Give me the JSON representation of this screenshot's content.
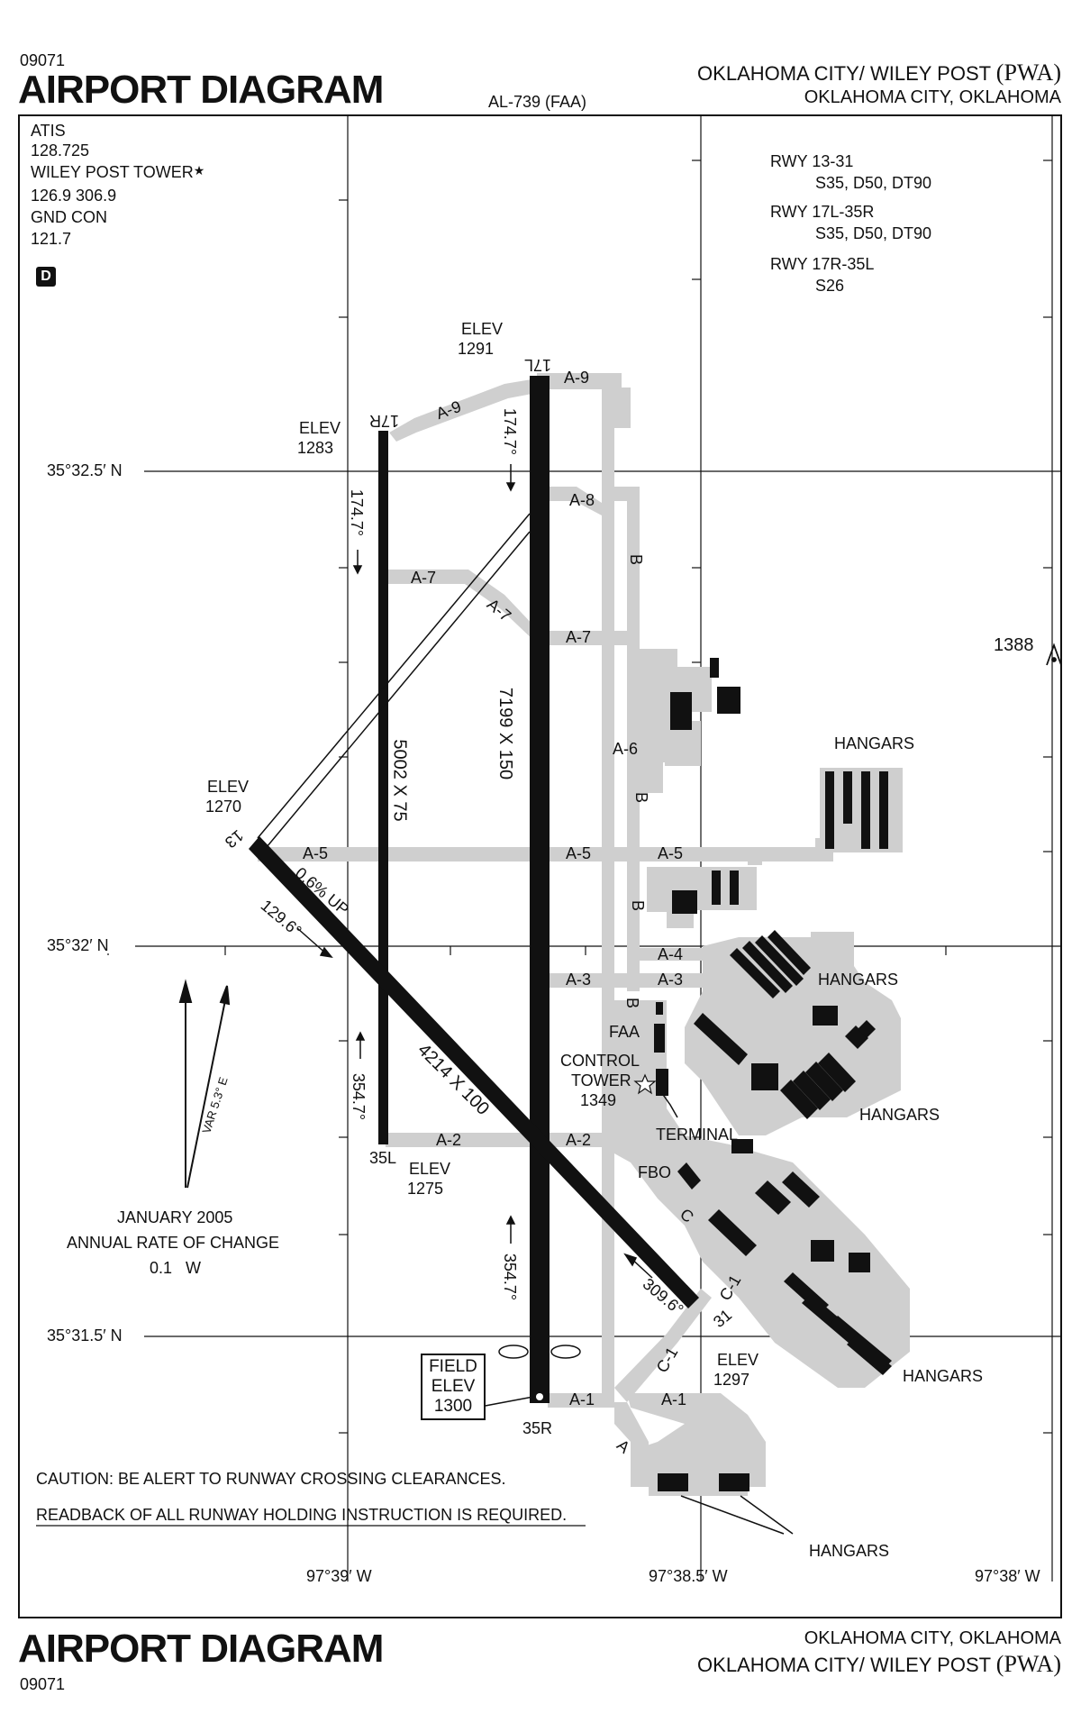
{
  "header": {
    "code": "09071",
    "title": "AIRPORT DIAGRAM",
    "faa_code": "AL-739 (FAA)",
    "airport_name": "OKLAHOMA CITY/ WILEY POST",
    "airport_id": "(PWA)",
    "city_state": "OKLAHOMA CITY, OKLAHOMA"
  },
  "footer": {
    "title": "AIRPORT DIAGRAM",
    "code": "09071",
    "city_state": "OKLAHOMA CITY, OKLAHOMA",
    "airport_name": "OKLAHOMA CITY/ WILEY POST",
    "airport_id": "(PWA)"
  },
  "frequencies": {
    "atis_label": "ATIS",
    "atis_freq": "128.725",
    "tower_label": "WILEY POST TOWER",
    "tower_star": "★",
    "tower_freq": "126.9  306.9",
    "gnd_label": "GND CON",
    "gnd_freq": "121.7",
    "d_badge": "D"
  },
  "runway_strengths": {
    "rwy1_label": "RWY 13-31",
    "rwy1_value": "S35, D50, DT90",
    "rwy2_label": "RWY 17L-35R",
    "rwy2_value": "S35, D50, DT90",
    "rwy3_label": "RWY 17R-35L",
    "rwy3_value": "S26"
  },
  "grid": {
    "lat1": "35°32.5′ N",
    "lat2": "35°32′ N",
    "lat3": "35°31.5′ N",
    "lon1": "97°39′ W",
    "lon2": "97°38.5′ W",
    "lon3": "97°38′ W"
  },
  "runways": {
    "r17l": "17L",
    "r35r": "35R",
    "r17r": "17R",
    "r35l": "35L",
    "r13": "13",
    "r31": "31",
    "dim_17l": "7199 X 150",
    "dim_17r": "5002 X 75",
    "dim_13": "4214 X 100",
    "hdg_17l": "174.7°",
    "hdg_17r": "174.7°",
    "hdg_35r": "354.7°",
    "hdg_35l": "354.7°",
    "hdg_13": "129.6°",
    "hdg_31": "309.6°",
    "slope_13": "0.6% UP"
  },
  "elevations": {
    "elev_label": "ELEV",
    "e_17l": "1291",
    "e_17r": "1283",
    "e_13": "1270",
    "e_35l": "1275",
    "e_31": "1297",
    "field_label1": "FIELD",
    "field_label2": "ELEV",
    "field_value": "1300",
    "obstacle": "1388"
  },
  "taxiways": {
    "a9": "A-9",
    "a8": "A-8",
    "a7": "A-7",
    "a6": "A-6",
    "a5": "A-5",
    "a4": "A-4",
    "a3": "A-3",
    "a2": "A-2",
    "a1": "A-1",
    "b": "B",
    "c": "C",
    "c1": "C-1",
    "a": "A"
  },
  "buildings": {
    "hangars": "HANGARS",
    "faa": "FAA",
    "control": "CONTROL",
    "tower": "TOWER",
    "tower_elev": "1349",
    "terminal": "TERMINAL",
    "fbo": "FBO"
  },
  "magnetic": {
    "var": "VAR 5.3° E",
    "date": "JANUARY 2005",
    "rate_label": "ANNUAL RATE OF CHANGE",
    "rate_value": "0.1   W"
  },
  "notes": {
    "caution": "CAUTION:  BE ALERT TO RUNWAY CROSSING CLEARANCES.",
    "readback": "READBACK OF ALL RUNWAY HOLDING INSTRUCTION IS REQUIRED."
  }
}
